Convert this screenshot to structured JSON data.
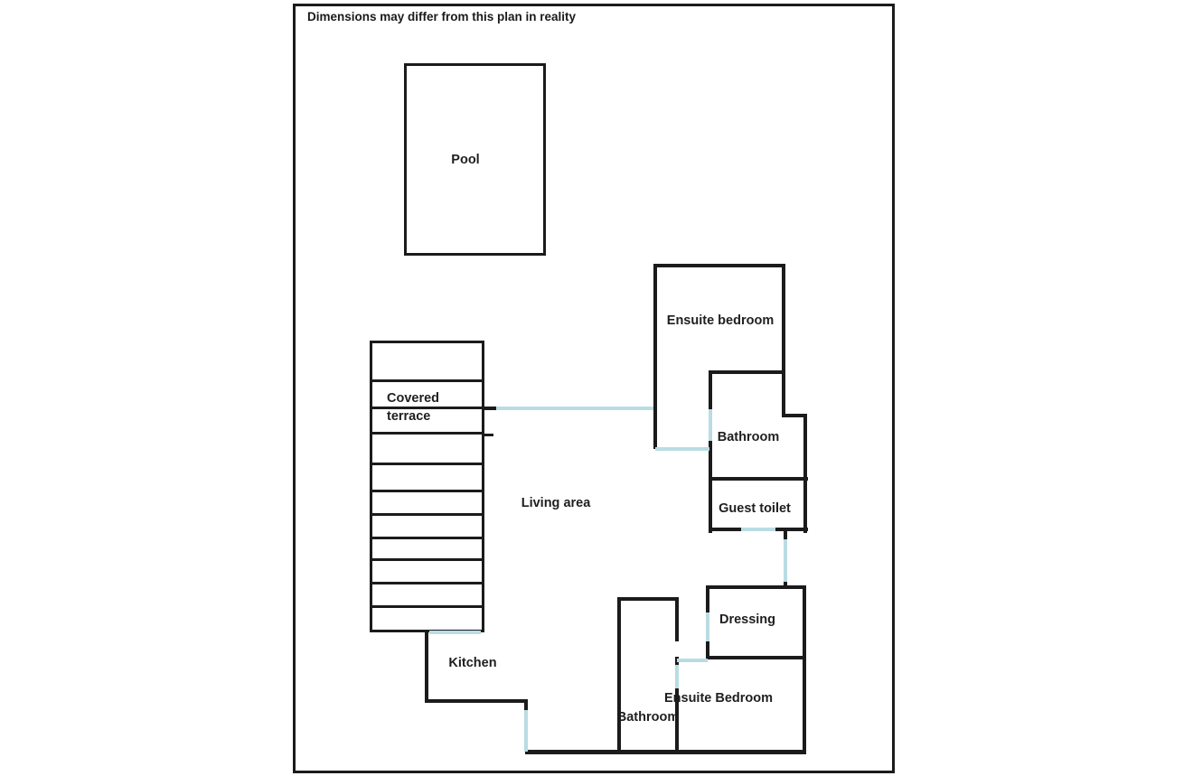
{
  "disclaimer": "Dimensions may differ from this plan in reality",
  "colors": {
    "wall": "#1b1b1b",
    "door_opening": "#b9dce4",
    "background": "#ffffff"
  },
  "rooms": {
    "pool": "Pool",
    "covered_terrace": [
      "Covered",
      "terrace"
    ],
    "living_area": "Living area",
    "kitchen": "Kitchen",
    "ensuite_bedroom_top": "Ensuite bedroom",
    "bathroom_top": "Bathroom",
    "guest_toilet": "Guest toilet",
    "dressing": "Dressing",
    "ensuite_bedroom_bottom": "Ensuite Bedroom",
    "bathroom_bottom": "Bathroom"
  }
}
